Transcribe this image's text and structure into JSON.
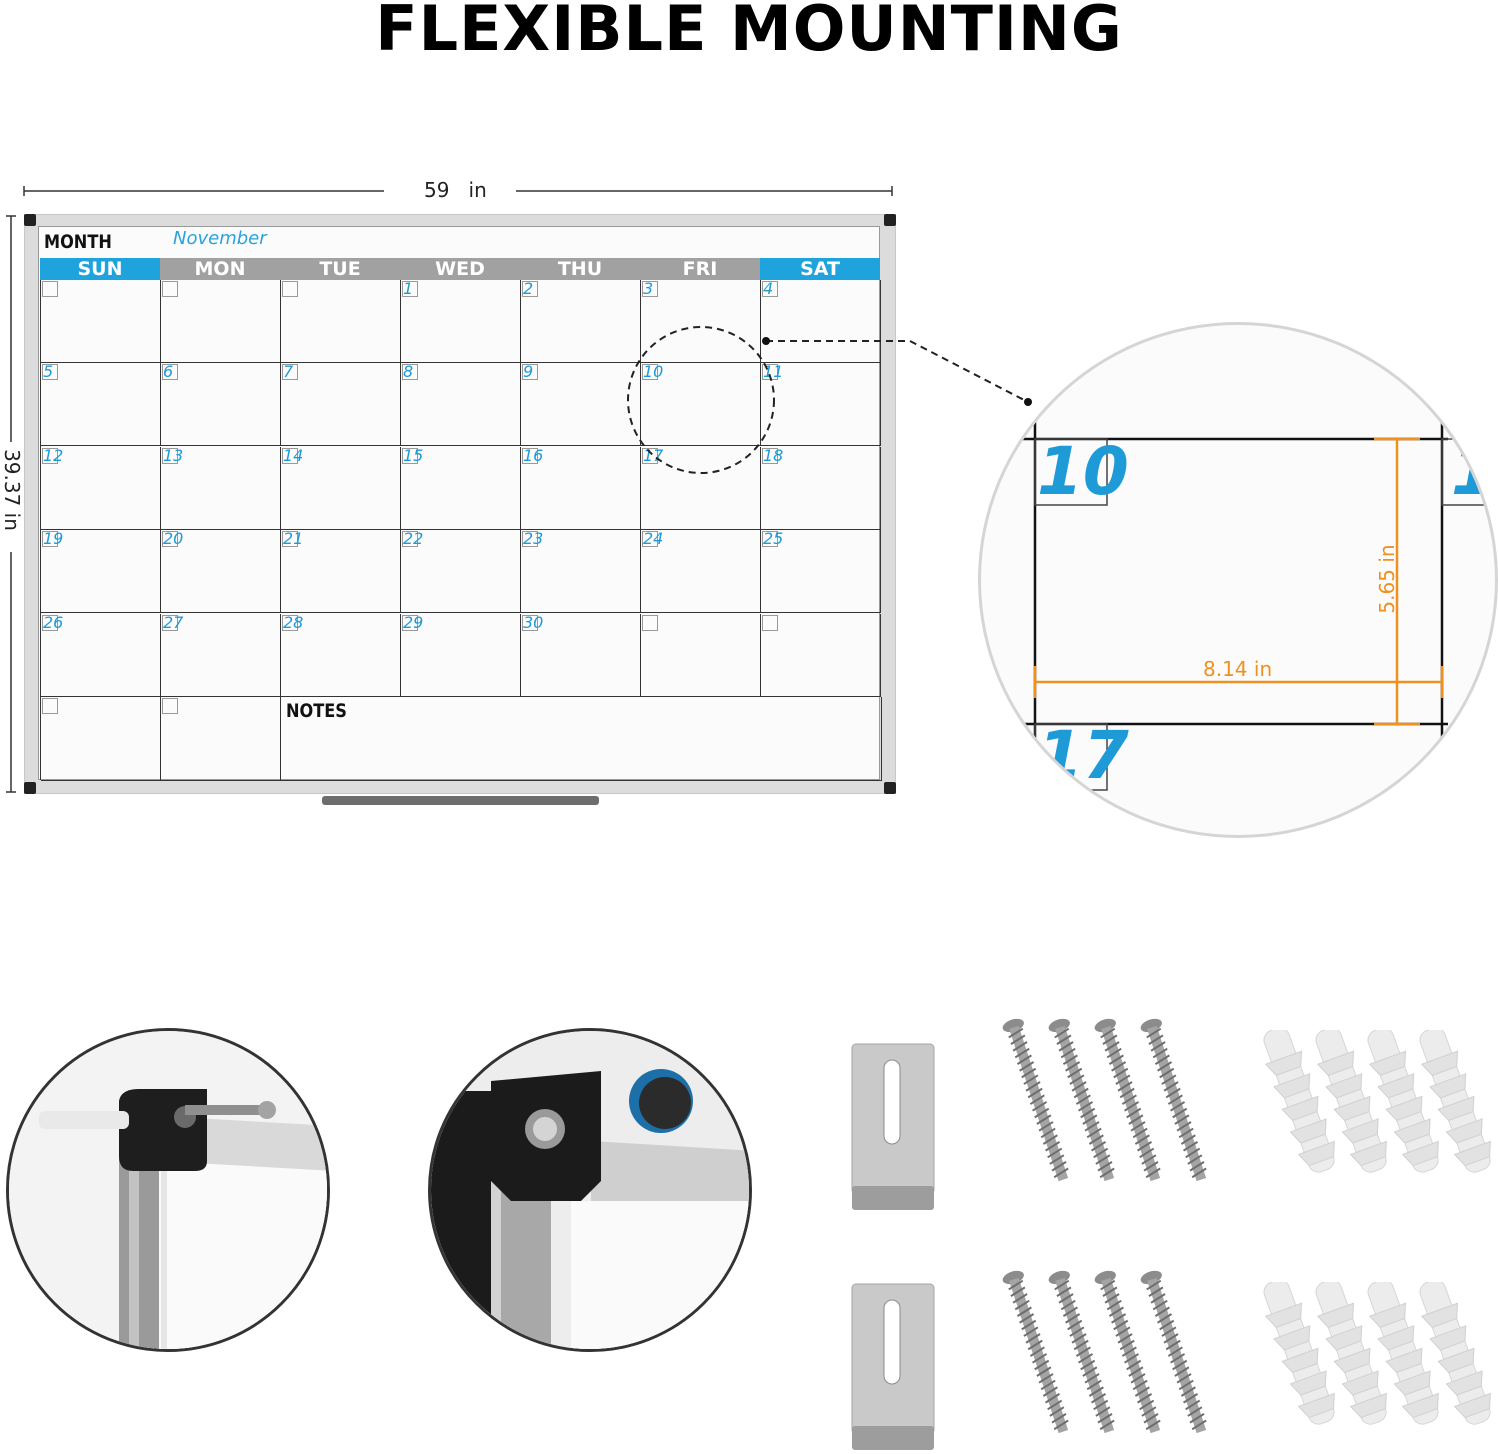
{
  "title": "FLEXIBLE MOUNTING",
  "dimensions": {
    "width": "59   in",
    "height": "39.37 in"
  },
  "calendar": {
    "month_label": "MONTH",
    "month_value": "November",
    "days": [
      "SUN",
      "MON",
      "TUE",
      "WED",
      "THU",
      "FRI",
      "SAT"
    ],
    "rows": [
      [
        "",
        "",
        "",
        "1",
        "2",
        "3",
        "4"
      ],
      [
        "5",
        "6",
        "7",
        "8",
        "9",
        "10",
        "11"
      ],
      [
        "12",
        "13",
        "14",
        "15",
        "16",
        "17",
        "18"
      ],
      [
        "19",
        "20",
        "21",
        "22",
        "23",
        "24",
        "25"
      ],
      [
        "26",
        "27",
        "28",
        "29",
        "30",
        "",
        ""
      ]
    ],
    "notes_label": "NOTES",
    "colors": {
      "weekend": "#1fa3dc",
      "weekday": "#a1a1a1",
      "number": "#1e9bd7"
    }
  },
  "zoom": {
    "cell_number": "10",
    "next_number": "1",
    "below_number": "17",
    "cell_width": "8.14 in",
    "cell_height": "5.65 in",
    "measure_color": "#f0901e"
  },
  "icons": {
    "corner_detail": "corner-mount-screw-icon",
    "magnet_detail": "corner-magnet-icon",
    "bracket": "mounting-bracket-icon",
    "screw": "screw-icon",
    "anchor": "wall-anchor-icon"
  }
}
